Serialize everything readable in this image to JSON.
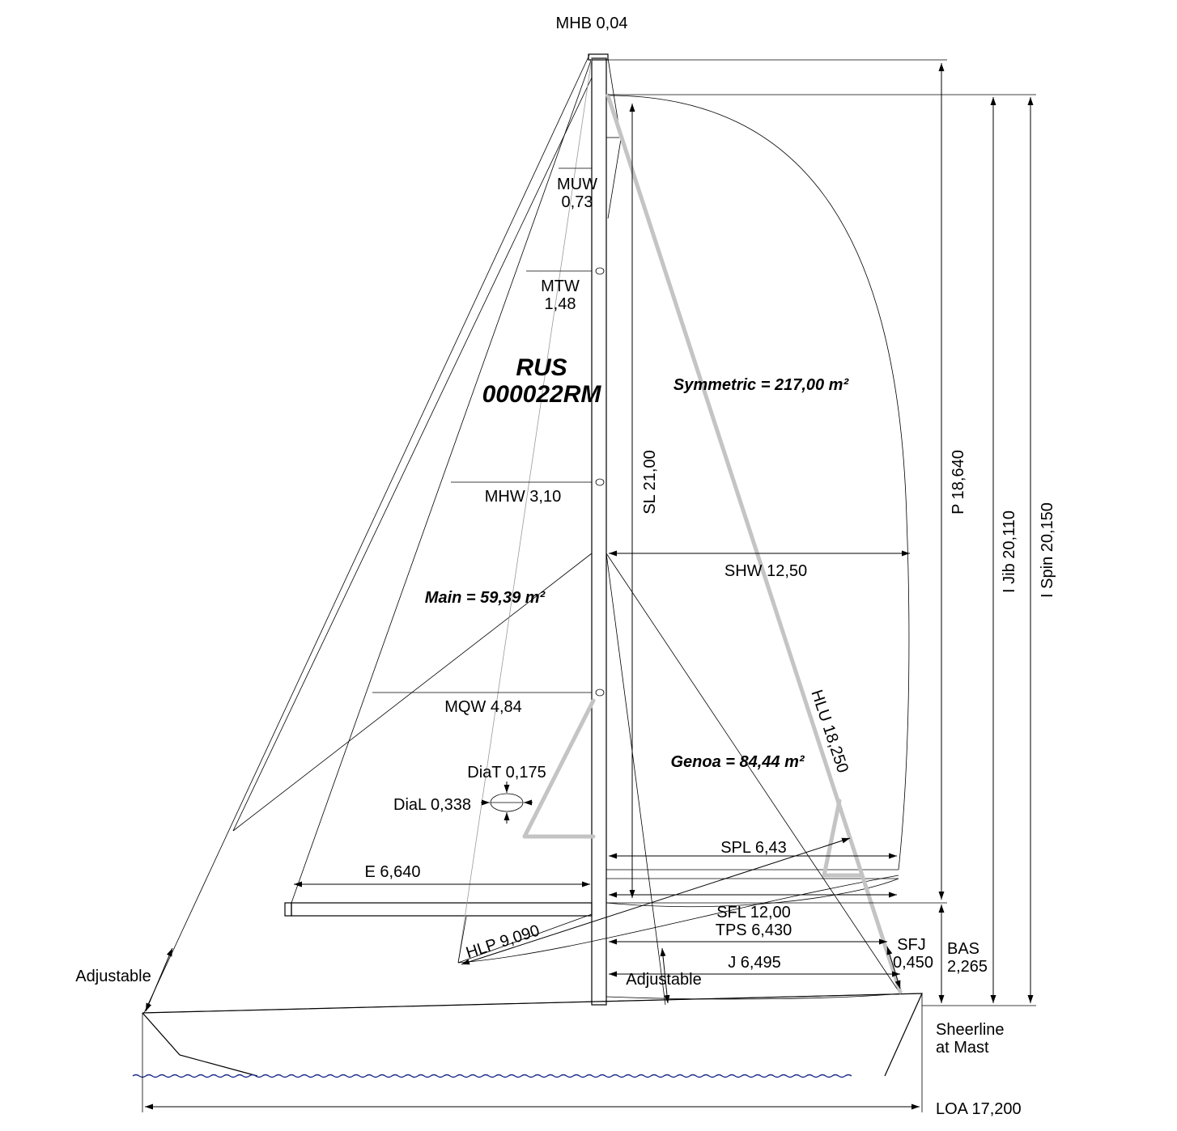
{
  "labels": {
    "mhb": "MHB 0,04",
    "muw_name": "MUW",
    "muw_value": "0,73",
    "mtw_name": "MTW",
    "mtw_value": "1,48",
    "sail_country": "RUS",
    "sail_number": "000022RM",
    "symmetric_area": "Symmetric = 217,00 m²",
    "sl": "SL 21,00",
    "p": "P 18,640",
    "i_jib": "I Jib 20,110",
    "i_spin": "I Spin 20,150",
    "mhw": "MHW 3,10",
    "shw": "SHW 12,50",
    "main_area": "Main = 59,39 m²",
    "mqw": "MQW 4,84",
    "hlu": "HLU 18,250",
    "genoa_area": "Genoa = 84,44 m²",
    "dia_t": "DiaT 0,175",
    "dia_l": "DiaL 0,338",
    "spl": "SPL 6,43",
    "e": "E 6,640",
    "sfl": "SFL 12,00",
    "tps": "TPS 6,430",
    "hlp": "HLP 9,090",
    "sfj_name": "SFJ",
    "sfj_value": "0,450",
    "bas_name": "BAS",
    "bas_value": "2,265",
    "j": "J 6,495",
    "adjustable_left": "Adjustable",
    "adjustable_mid": "Adjustable",
    "sheerline_line1": "Sheerline",
    "sheerline_line2": "at Mast",
    "loa": "LOA 17,200"
  },
  "colors": {
    "line": "#000000",
    "sail_grey": "#c4c4c4",
    "waterline": "#1a2a8c"
  }
}
